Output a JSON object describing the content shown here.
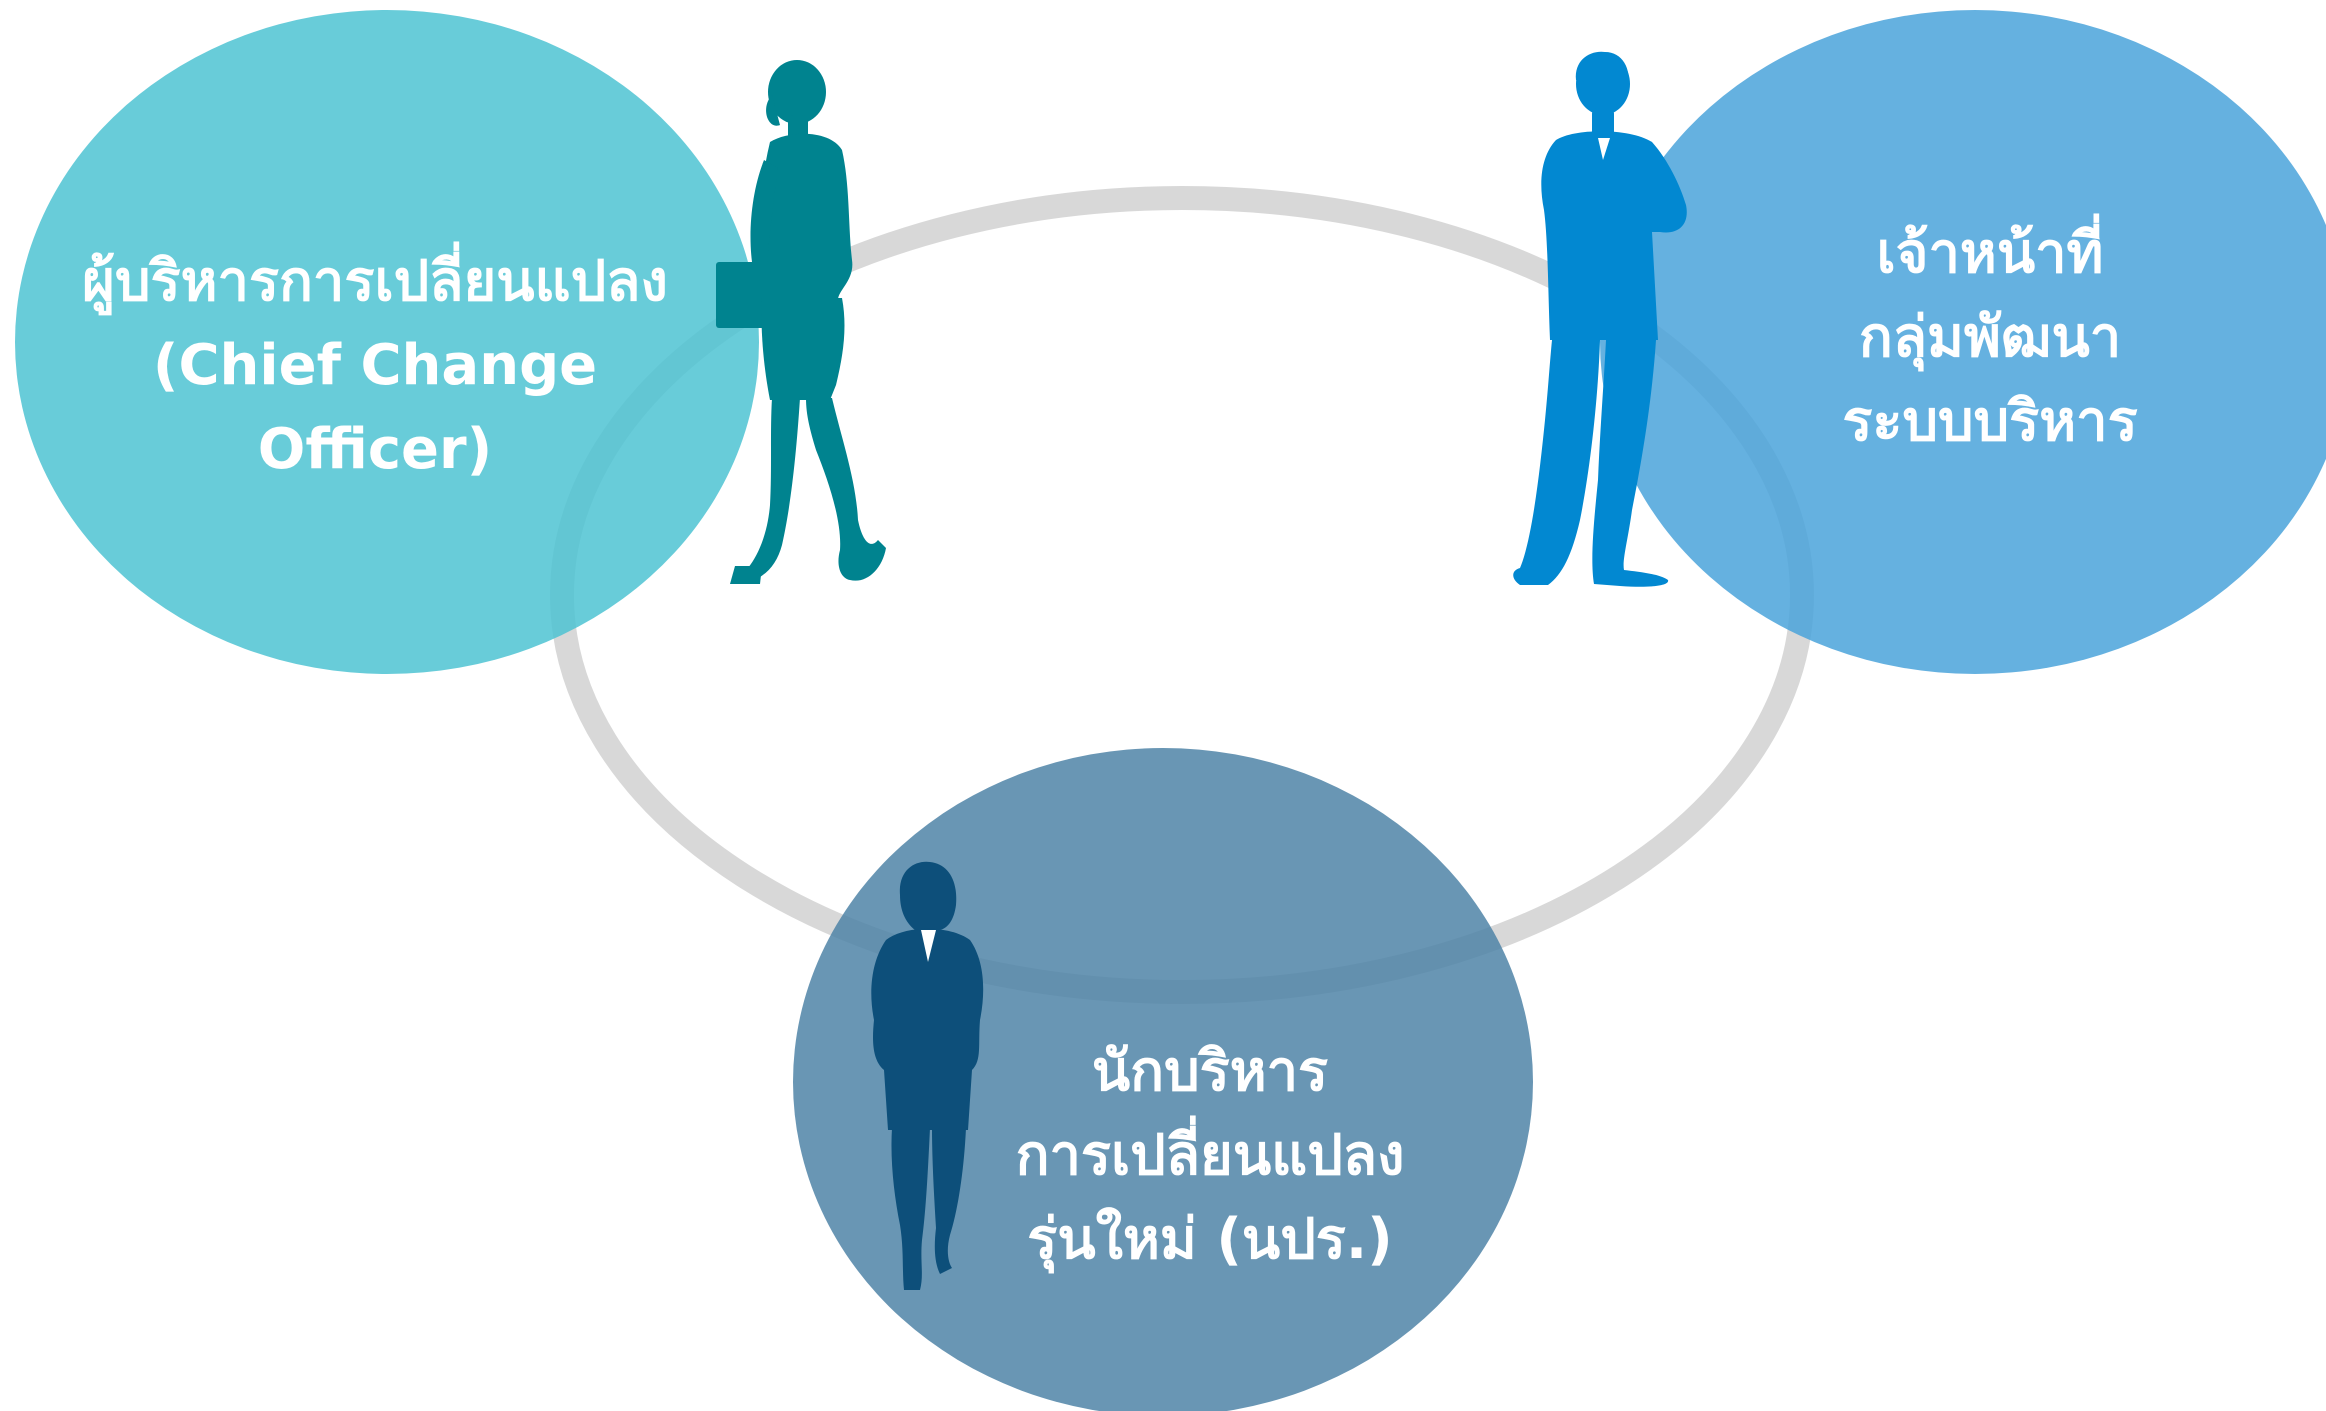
{
  "colors": {
    "ring": "#d4d4d4",
    "circle_cco": "#4ec3d2",
    "circle_dev": "#4aa3da",
    "circle_new": "#4f84a7",
    "silhouette_woman_walking": "#00838f",
    "silhouette_man": "#0288d1",
    "silhouette_woman_standing": "#0d4f7a",
    "text": "#ffffff"
  },
  "nodes": {
    "cco": {
      "line1": "ผู้บริหารการเปลี่ยนแปลง",
      "line2": "(Chief Change",
      "line3": "Officer)",
      "icon": "businesswoman-walking-icon"
    },
    "dev": {
      "line1": "เจ้าหน้าที่",
      "line2": "กลุ่มพัฒนา",
      "line3": "ระบบบริหาร",
      "icon": "businessman-standing-icon"
    },
    "new": {
      "line1": "นักบริหาร",
      "line2": "การเปลี่ยนแปลง",
      "line3": "รุ่นใหม่ (นปร.)",
      "icon": "businesswoman-standing-icon"
    }
  }
}
